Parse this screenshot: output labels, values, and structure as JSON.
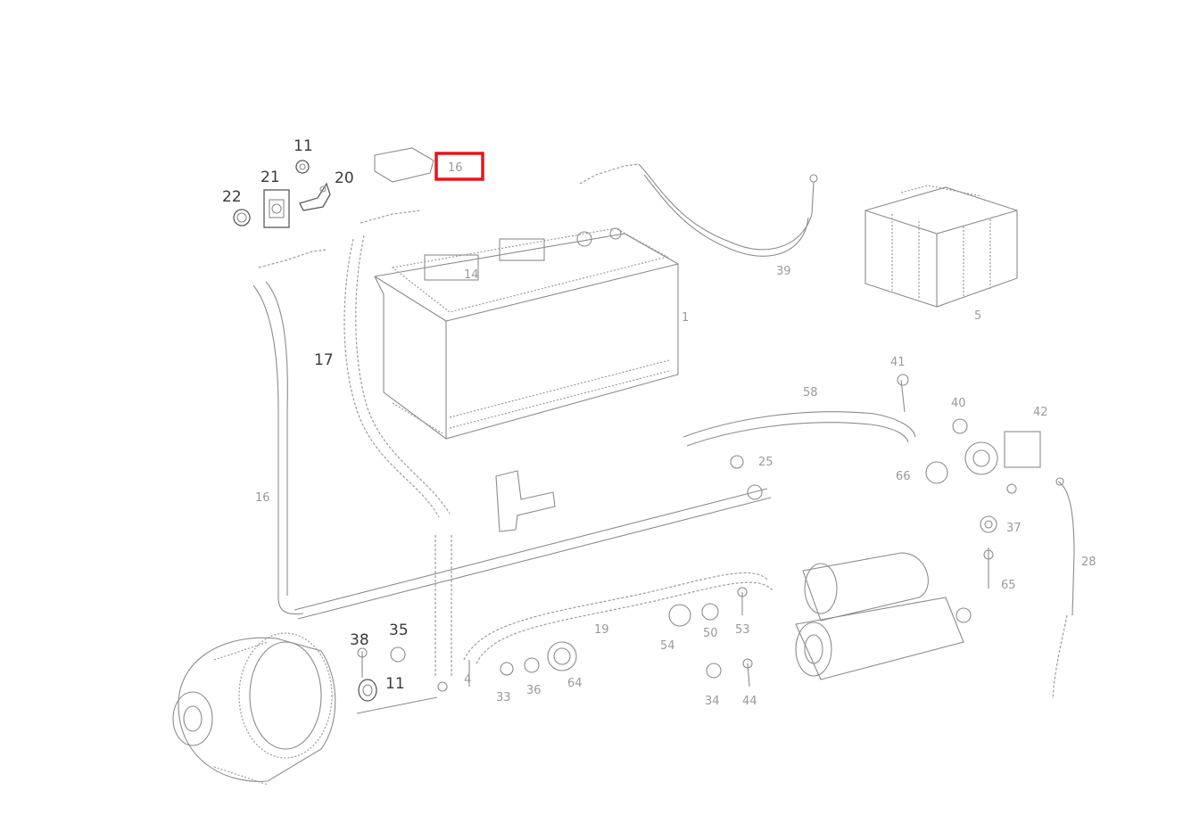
{
  "diagram": {
    "highlight_color": "#e8141b",
    "line_color": "#8c8c8c",
    "callouts": {
      "c11_top": "11",
      "c21": "21",
      "c20": "20",
      "c22": "22",
      "c17": "17",
      "c11_bottom": "11",
      "c35": "35",
      "c38": "38"
    },
    "faint_labels": {
      "f16": "16",
      "f14": "14",
      "f1": "1",
      "f5": "5",
      "f39": "39",
      "f58": "58",
      "f41": "41",
      "f40": "40",
      "f42": "42",
      "f66": "66",
      "f25": "25",
      "f37": "37",
      "f65": "65",
      "f28": "28",
      "f19": "19",
      "f54": "54",
      "f50": "50",
      "f53": "53",
      "f34": "34",
      "f44": "44",
      "f4a": "4",
      "f33": "33",
      "f36": "36",
      "f64": "64"
    }
  }
}
